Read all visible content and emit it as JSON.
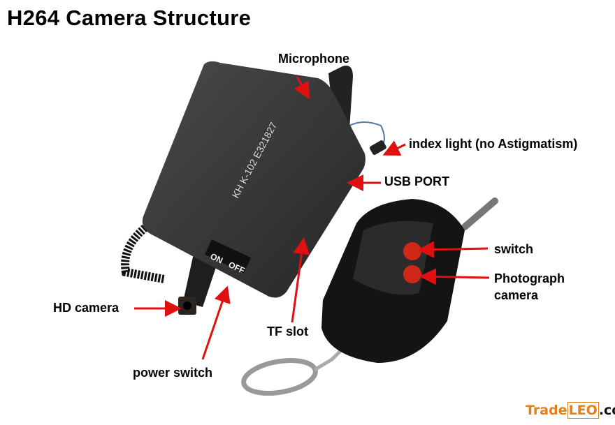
{
  "title": "H264 Camera Structure",
  "labels": {
    "microphone": "Microphone",
    "index_light": "index light (no Astigmatism)",
    "usb_port": "USB PORT",
    "switch": "switch",
    "photograph_1": "Photograph",
    "photograph_2": "camera",
    "hd_camera": "HD camera",
    "tf_slot": "TF slot",
    "power_switch": "power switch"
  },
  "device_text": {
    "model": "KH   K-102   E321827",
    "on": "ON",
    "off": "OFF"
  },
  "logo": {
    "part1": "Trade",
    "part2": "LEO",
    "part3": ".com"
  },
  "colors": {
    "arrow": "#e01010",
    "device": "#3a3a3a",
    "button": "#d02818",
    "logo": "#e08020"
  }
}
